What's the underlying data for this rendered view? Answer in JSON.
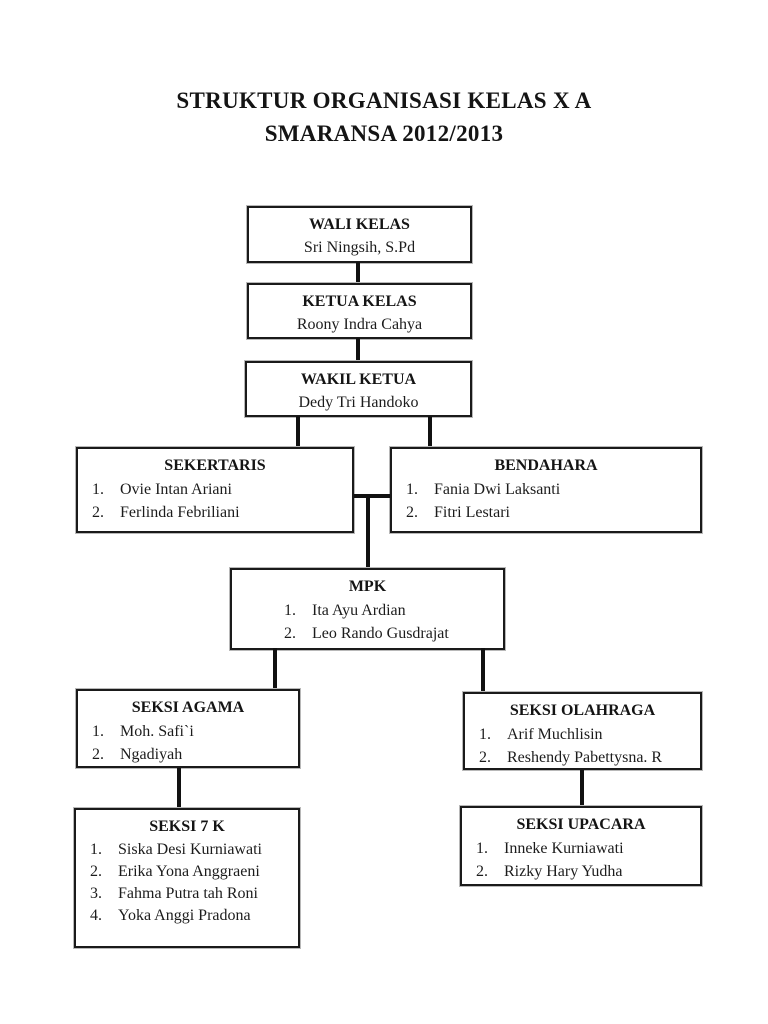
{
  "page": {
    "title_line1": "STRUKTUR ORGANISASI KELAS X A",
    "title_line2": "SMARANSA 2012/2013",
    "background_color": "#ffffff",
    "line_color": "#111111",
    "text_color": "#1c1c1c"
  },
  "nodes": {
    "wali_kelas": {
      "title": "WALI KELAS",
      "subtitle": "Sri Ningsih, S.Pd"
    },
    "ketua_kelas": {
      "title": "KETUA KELAS",
      "subtitle": "Roony Indra Cahya"
    },
    "wakil_ketua": {
      "title": "WAKIL KETUA",
      "subtitle": "Dedy Tri Handoko"
    },
    "sekertaris": {
      "title": "SEKERTARIS",
      "members": [
        {
          "num": "1.",
          "name": "Ovie Intan Ariani"
        },
        {
          "num": "2.",
          "name": "Ferlinda Febriliani"
        }
      ]
    },
    "bendahara": {
      "title": "BENDAHARA",
      "members": [
        {
          "num": "1.",
          "name": "Fania Dwi Laksanti"
        },
        {
          "num": "2.",
          "name": "Fitri Lestari"
        }
      ]
    },
    "mpk": {
      "title": "MPK",
      "members": [
        {
          "num": "1.",
          "name": "Ita Ayu Ardian"
        },
        {
          "num": "2.",
          "name": "Leo Rando Gusdrajat"
        }
      ]
    },
    "seksi_agama": {
      "title": "SEKSI AGAMA",
      "members": [
        {
          "num": "1.",
          "name": "Moh. Safi`i"
        },
        {
          "num": "2.",
          "name": "Ngadiyah"
        }
      ]
    },
    "seksi_olahraga": {
      "title": "SEKSI OLAHRAGA",
      "members": [
        {
          "num": "1.",
          "name": "Arif Muchlisin"
        },
        {
          "num": "2.",
          "name": "Reshendy Pabettysna. R"
        }
      ]
    },
    "seksi_7k": {
      "title": "SEKSI 7 K",
      "members": [
        {
          "num": "1.",
          "name": "Siska Desi Kurniawati"
        },
        {
          "num": "2.",
          "name": "Erika Yona Anggraeni"
        },
        {
          "num": "3.",
          "name": "Fahma Putra tah Roni"
        },
        {
          "num": "4.",
          "name": "Yoka Anggi Pradona"
        }
      ]
    },
    "seksi_upacara": {
      "title": "SEKSI UPACARA",
      "members": [
        {
          "num": "1.",
          "name": "Inneke Kurniawati"
        },
        {
          "num": "2.",
          "name": "Rizky Hary Yudha"
        }
      ]
    }
  }
}
